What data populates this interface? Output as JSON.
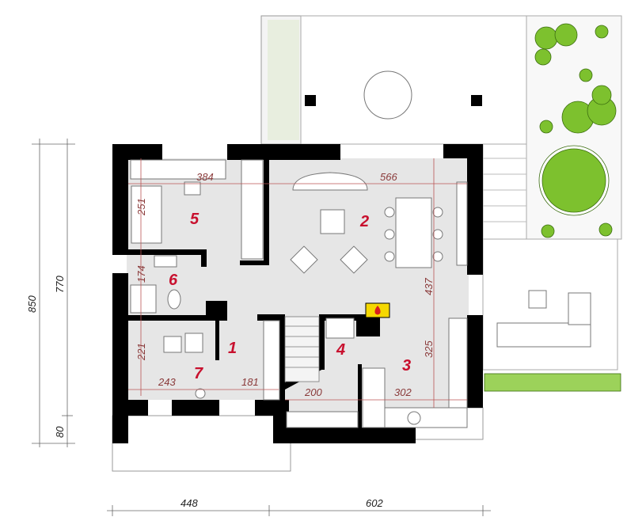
{
  "rooms": [
    {
      "number": "1"
    },
    {
      "number": "2"
    },
    {
      "number": "3"
    },
    {
      "number": "4"
    },
    {
      "number": "5"
    },
    {
      "number": "6"
    },
    {
      "number": "7"
    }
  ],
  "dimensions": {
    "room5_width": "384",
    "room2_width": "566",
    "room5_depth": "251",
    "room6_depth": "174",
    "room7_depth": "221",
    "room7_width": "243",
    "room1_width": "181",
    "room4_width": "200",
    "room3_width": "302",
    "room3_depth": "325",
    "room2_depth": "437",
    "overall_depth": "850",
    "body_depth": "770",
    "porch_depth": "80",
    "width_left": "448",
    "width_right": "602"
  },
  "colors": {
    "fireplace": "#f5d800",
    "flame": "#d81e1e",
    "room_label": "#c8102e",
    "floor": "#e6e6e6",
    "greenery": "#7dc12e"
  }
}
